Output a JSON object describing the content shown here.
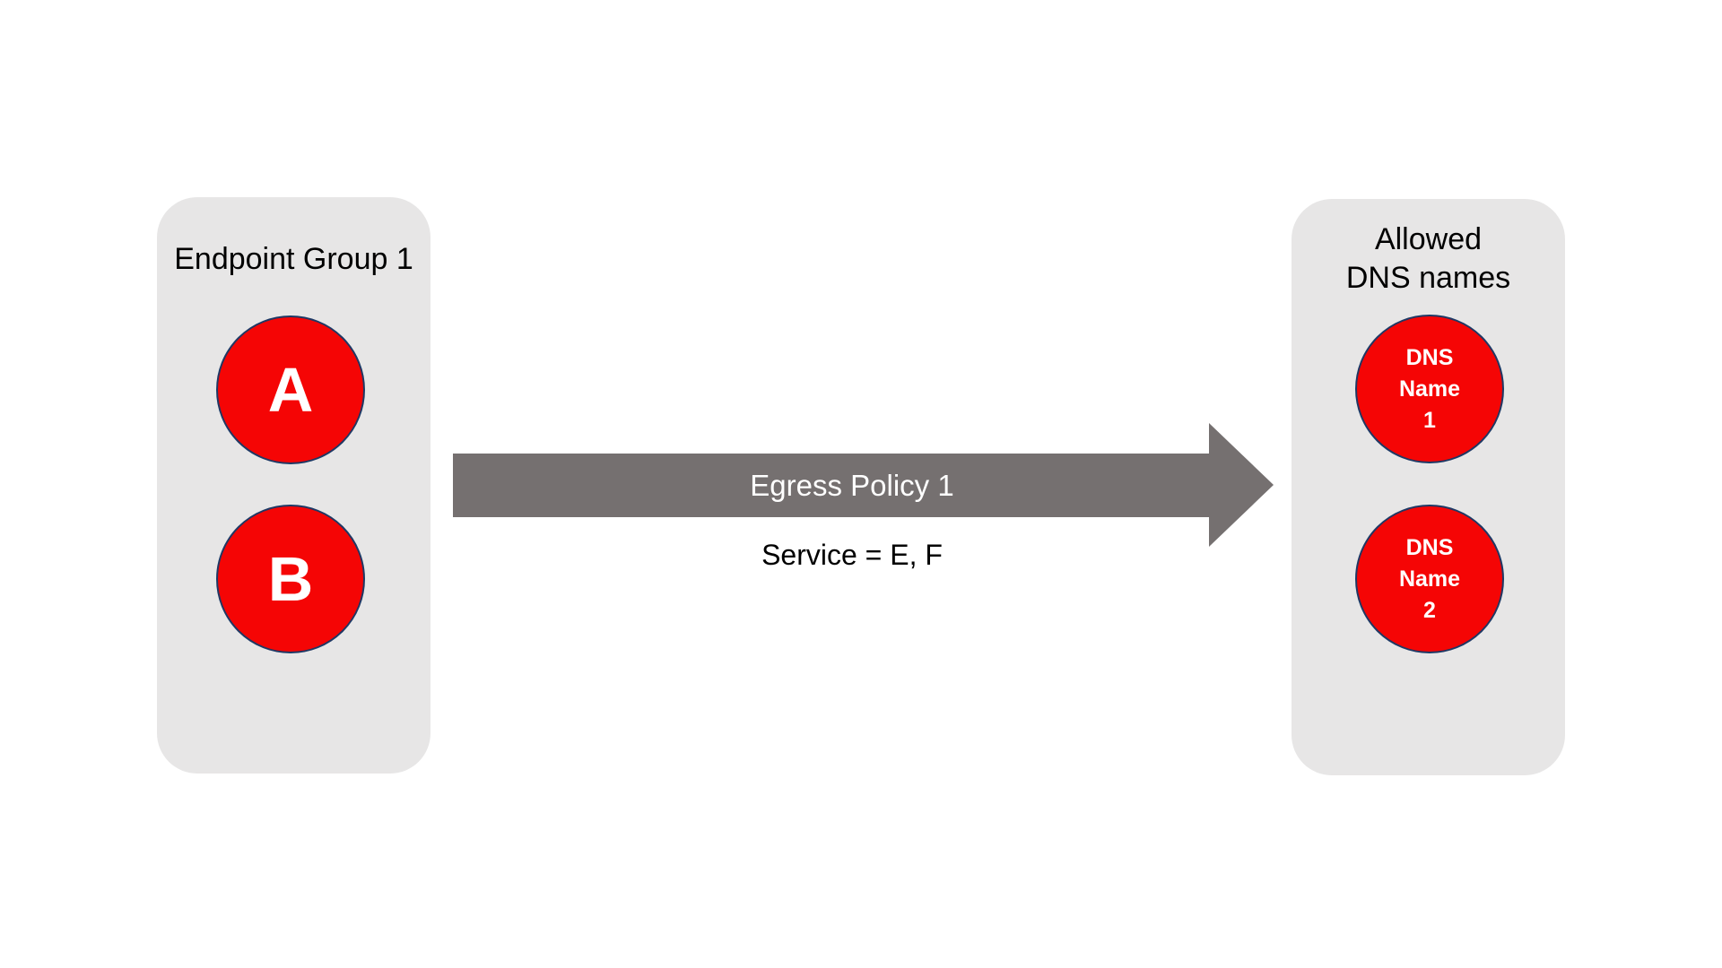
{
  "left_group": {
    "title": "Endpoint Group 1",
    "nodes": [
      {
        "label": "A"
      },
      {
        "label": "B"
      }
    ]
  },
  "arrow": {
    "label": "Egress Policy 1",
    "service_label": "Service = E, F"
  },
  "right_group": {
    "title_lines": [
      "Allowed",
      "DNS names"
    ],
    "nodes": [
      {
        "lines": [
          "DNS",
          "Name",
          "1"
        ]
      },
      {
        "lines": [
          "DNS",
          "Name",
          "2"
        ]
      }
    ]
  },
  "colors": {
    "canvas_bg": "#ffffff",
    "group_bg": "#e7e6e6",
    "node_fill": "#f50505",
    "node_border": "#1f3864",
    "node_text": "#ffffff",
    "arrow_fill": "#757070",
    "arrow_text": "#ffffff",
    "title_text": "#000000"
  }
}
